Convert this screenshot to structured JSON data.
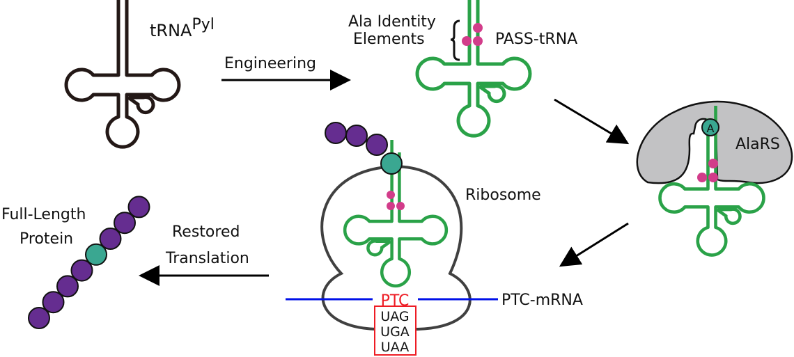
{
  "colors": {
    "wild_trna": "#231816",
    "engineered_trna": "#2aa248",
    "identity_dot": "#d23c8a",
    "amino_acid_purple": "#652d90",
    "alanine_teal": "#3aa791",
    "mrna_line": "#0010e8",
    "ptc_red": "#ee1c24",
    "ribosome_outline": "#404040",
    "alars_fill": "#c2c2c4",
    "arrow": "#000000"
  },
  "labels": {
    "trna_pyl_base": "tRNA",
    "trna_pyl_sup": "Pyl",
    "engineering": "Engineering",
    "ala_identity_line1": "Ala Identity",
    "ala_identity_line2": "Elements",
    "pass_trna": "PASS-tRNA",
    "alars": "AlaRS",
    "alanine_letter": "A",
    "ribosome": "Ribosome",
    "ptc": "PTC",
    "ptc_mrna": "PTC-mRNA",
    "stop_codons": [
      "UAG",
      "UGA",
      "UAA"
    ],
    "restored_line1": "Restored",
    "restored_line2": "Translation",
    "full_length_line1": "Full-Length",
    "full_length_line2": "Protein"
  },
  "protein_chain": [
    "purple",
    "purple",
    "purple",
    "purple",
    "teal",
    "purple",
    "purple",
    "purple"
  ]
}
